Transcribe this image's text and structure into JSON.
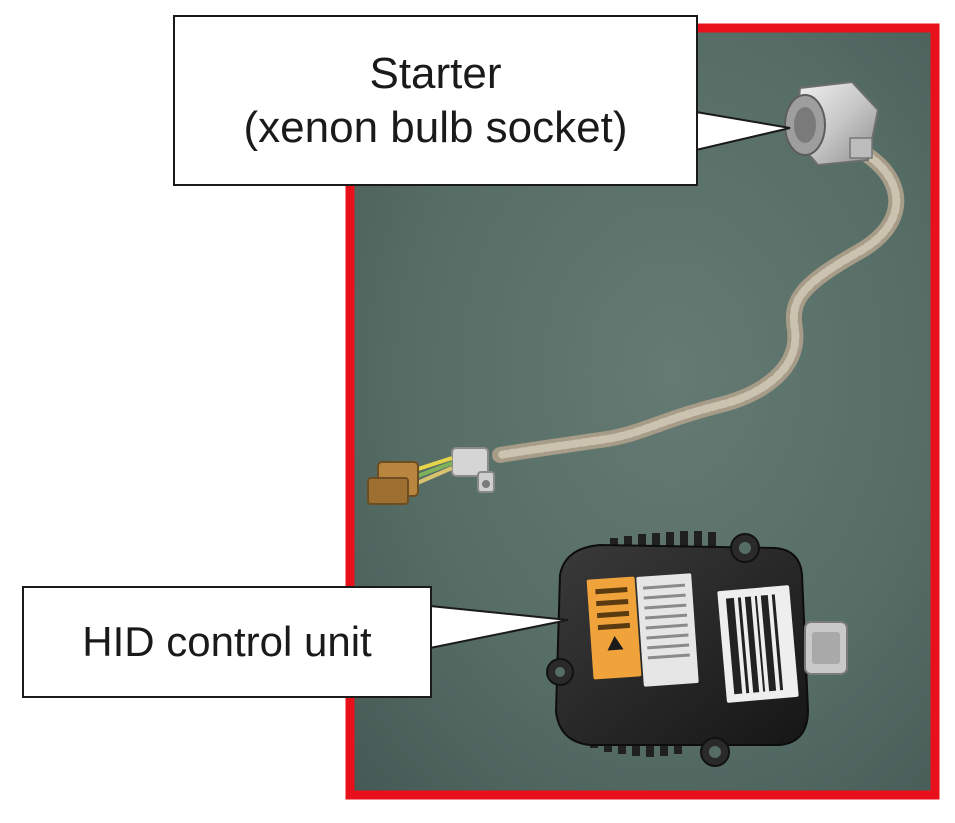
{
  "callouts": {
    "starter": {
      "line1": "Starter",
      "line2": "(xenon bulb socket)"
    },
    "hid_control_unit": {
      "label": "HID control unit"
    }
  },
  "colors": {
    "frame_border": "#e8111b",
    "background_surface": "#566d66",
    "callout_fill": "#ffffff",
    "callout_stroke": "#1a1a1a"
  }
}
